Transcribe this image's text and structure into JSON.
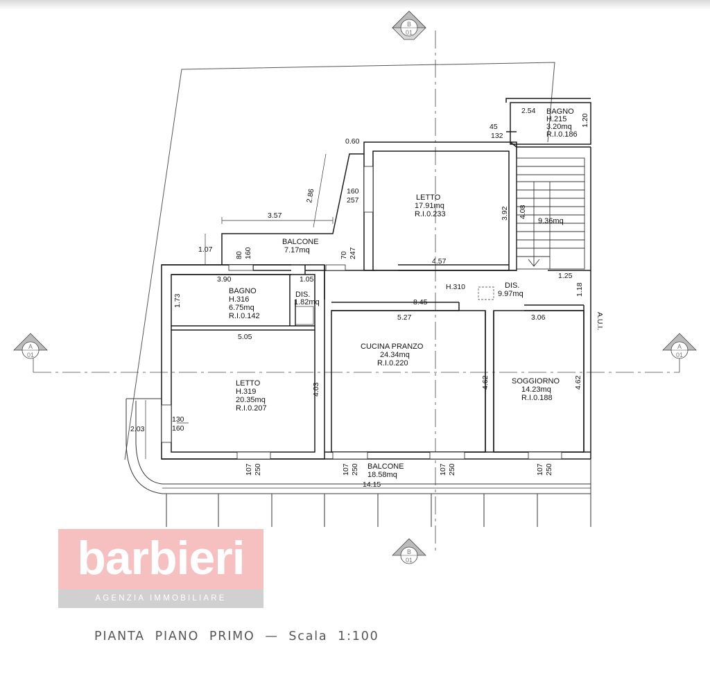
{
  "drawing": {
    "rooms": [
      {
        "id": "letto-north",
        "lines": [
          "LETTO",
          "17.91mq",
          "R.I.0.233"
        ]
      },
      {
        "id": "bagno-stair",
        "lines": [
          "BAGNO",
          "H.215",
          "3.20mq",
          "R.I.0.186"
        ]
      },
      {
        "id": "balcone-small",
        "lines": [
          "BALCONE",
          "7.17mq"
        ]
      },
      {
        "id": "bagno-west",
        "lines": [
          "BAGNO",
          "H.316",
          "6.75mq",
          "R.I.0.142"
        ]
      },
      {
        "id": "dis-small",
        "lines": [
          "DIS.",
          "1.82mq"
        ]
      },
      {
        "id": "dis-hall",
        "lines": [
          "DIS.",
          "9.97mq"
        ]
      },
      {
        "id": "stair",
        "lines": [
          "9.36mq"
        ]
      },
      {
        "id": "cucina",
        "lines": [
          "CUCINA PRANZO",
          "24.34mq",
          "R.I.0.220"
        ]
      },
      {
        "id": "soggiorno",
        "lines": [
          "SOGGIORNO",
          "14.23mq",
          "R.I.0.188"
        ]
      },
      {
        "id": "letto-west",
        "lines": [
          "LETTO",
          "H.319",
          "20.35mq",
          "R.I.0.207"
        ]
      },
      {
        "id": "balcone-south",
        "lines": [
          "BALCONE",
          "18.58mq"
        ]
      }
    ],
    "labels": {
      "d_060": "0.60",
      "d_254": "2.54",
      "d_120": "1.20",
      "d_45": "45",
      "d_132": "132",
      "d_286": "2.86",
      "d_160a": "160",
      "d_257": "257",
      "d_357": "3.57",
      "d_392": "3.92",
      "d_408": "4.08",
      "d_107a": "1.07",
      "d_80": "80",
      "d_160b": "160",
      "d_70": "70",
      "d_247": "247",
      "d_457": "4.57",
      "d_390": "3.90",
      "d_105": "1.05",
      "d_h310": "H.310",
      "d_125": "1.25",
      "d_118": "1.18",
      "d_173": "1.73",
      "d_845": "8.45",
      "d_527": "5.27",
      "d_306": "3.06",
      "d_505": "5.05",
      "d_403": "4.03",
      "d_462a": "4.62",
      "d_462b": "4.62",
      "d_203": "2.03",
      "d_130": "130",
      "d_160c": "160",
      "d_107b": "107",
      "d_250b": "250",
      "d_107c": "107",
      "d_250c": "250",
      "d_107d": "107",
      "d_250d": "250",
      "d_107e": "107",
      "d_250e": "250",
      "d_1415": "14.15",
      "d_aui": "A.U.I."
    },
    "markers": {
      "b_top": {
        "letter": "B",
        "number": "01"
      },
      "b_bottom": {
        "letter": "B",
        "number": "01"
      },
      "a_left": {
        "letter": "A",
        "number": "01"
      },
      "a_right": {
        "letter": "A",
        "number": "01"
      }
    }
  },
  "logo": {
    "name": "barbieri",
    "subtitle": "AGENZIA IMMOBILIARE"
  },
  "caption": "PIANTA  PIANO  PRIMO  —  Scala  1:100",
  "colors": {
    "ink": "#1a1a1a",
    "logo_red": "#f4b0b0",
    "logo_grey": "#c4c4c4",
    "caption": "#555555"
  }
}
